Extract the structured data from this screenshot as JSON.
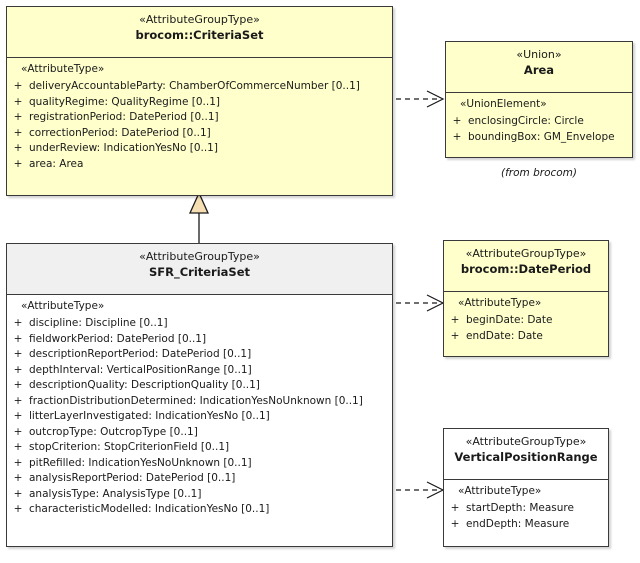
{
  "diagram": {
    "type": "uml-class-diagram",
    "background": "#ffffff",
    "colors": {
      "class_fill_yellow": "#ffffcc",
      "class_fill_white": "#ffffff",
      "header_fill_gray": "#f0f0f0",
      "border": "#3a3a3a",
      "generalization_arrow_fill": "#f5deb3",
      "text": "#1a1a1a"
    }
  },
  "classes": {
    "criteria_set": {
      "stereotype": "«AttributeGroupType»",
      "name": "brocom::CriteriaSet",
      "attributes_stereotype": "«AttributeType»",
      "attributes": [
        {
          "visibility": "+",
          "text": "deliveryAccountableParty: ChamberOfCommerceNumber [0..1]"
        },
        {
          "visibility": "+",
          "text": "qualityRegime: QualityRegime [0..1]"
        },
        {
          "visibility": "+",
          "text": "registrationPeriod: DatePeriod [0..1]"
        },
        {
          "visibility": "+",
          "text": "correctionPeriod: DatePeriod [0..1]"
        },
        {
          "visibility": "+",
          "text": "underReview: IndicationYesNo [0..1]"
        },
        {
          "visibility": "+",
          "text": "area: Area"
        }
      ]
    },
    "area": {
      "stereotype": "«Union»",
      "name": "Area",
      "attributes_stereotype": "«UnionElement»",
      "attributes": [
        {
          "visibility": "+",
          "text": "enclosingCircle: Circle"
        },
        {
          "visibility": "+",
          "text": "boundingBox: GM_Envelope"
        }
      ],
      "package_note": "(from brocom)"
    },
    "sfr_criteria_set": {
      "stereotype": "«AttributeGroupType»",
      "name": "SFR_CriteriaSet",
      "attributes_stereotype": "«AttributeType»",
      "attributes": [
        {
          "visibility": "+",
          "text": "discipline: Discipline [0..1]"
        },
        {
          "visibility": "+",
          "text": "fieldworkPeriod: DatePeriod [0..1]"
        },
        {
          "visibility": "+",
          "text": "descriptionReportPeriod: DatePeriod [0..1]"
        },
        {
          "visibility": "+",
          "text": "depthInterval: VerticalPositionRange [0..1]"
        },
        {
          "visibility": "+",
          "text": "descriptionQuality: DescriptionQuality [0..1]"
        },
        {
          "visibility": "+",
          "text": "fractionDistributionDetermined: IndicationYesNoUnknown [0..1]"
        },
        {
          "visibility": "+",
          "text": "litterLayerInvestigated: IndicationYesNo [0..1]"
        },
        {
          "visibility": "+",
          "text": "outcropType: OutcropType [0..1]"
        },
        {
          "visibility": "+",
          "text": "stopCriterion: StopCriterionField [0..1]"
        },
        {
          "visibility": "+",
          "text": "pitRefilled: IndicationYesNoUnknown [0..1]"
        },
        {
          "visibility": "+",
          "text": "analysisReportPeriod: DatePeriod [0..1]"
        },
        {
          "visibility": "+",
          "text": "analysisType: AnalysisType [0..1]"
        },
        {
          "visibility": "+",
          "text": "characteristicModelled: IndicationYesNo [0..1]"
        }
      ]
    },
    "date_period": {
      "stereotype": "«AttributeGroupType»",
      "name": "brocom::DatePeriod",
      "attributes_stereotype": "«AttributeType»",
      "attributes": [
        {
          "visibility": "+",
          "text": "beginDate: Date"
        },
        {
          "visibility": "+",
          "text": "endDate: Date"
        }
      ]
    },
    "vertical_position_range": {
      "stereotype": "«AttributeGroupType»",
      "name": "VerticalPositionRange",
      "attributes_stereotype": "«AttributeType»",
      "attributes": [
        {
          "visibility": "+",
          "text": "startDepth: Measure"
        },
        {
          "visibility": "+",
          "text": "endDepth: Measure"
        }
      ]
    }
  },
  "relationships": [
    {
      "kind": "generalization",
      "from": "SFR_CriteriaSet",
      "to": "brocom::CriteriaSet"
    },
    {
      "kind": "dependency",
      "from": "brocom::CriteriaSet",
      "to": "Area"
    },
    {
      "kind": "dependency",
      "from": "SFR_CriteriaSet",
      "to": "brocom::DatePeriod"
    },
    {
      "kind": "dependency",
      "from": "SFR_CriteriaSet",
      "to": "VerticalPositionRange"
    }
  ]
}
